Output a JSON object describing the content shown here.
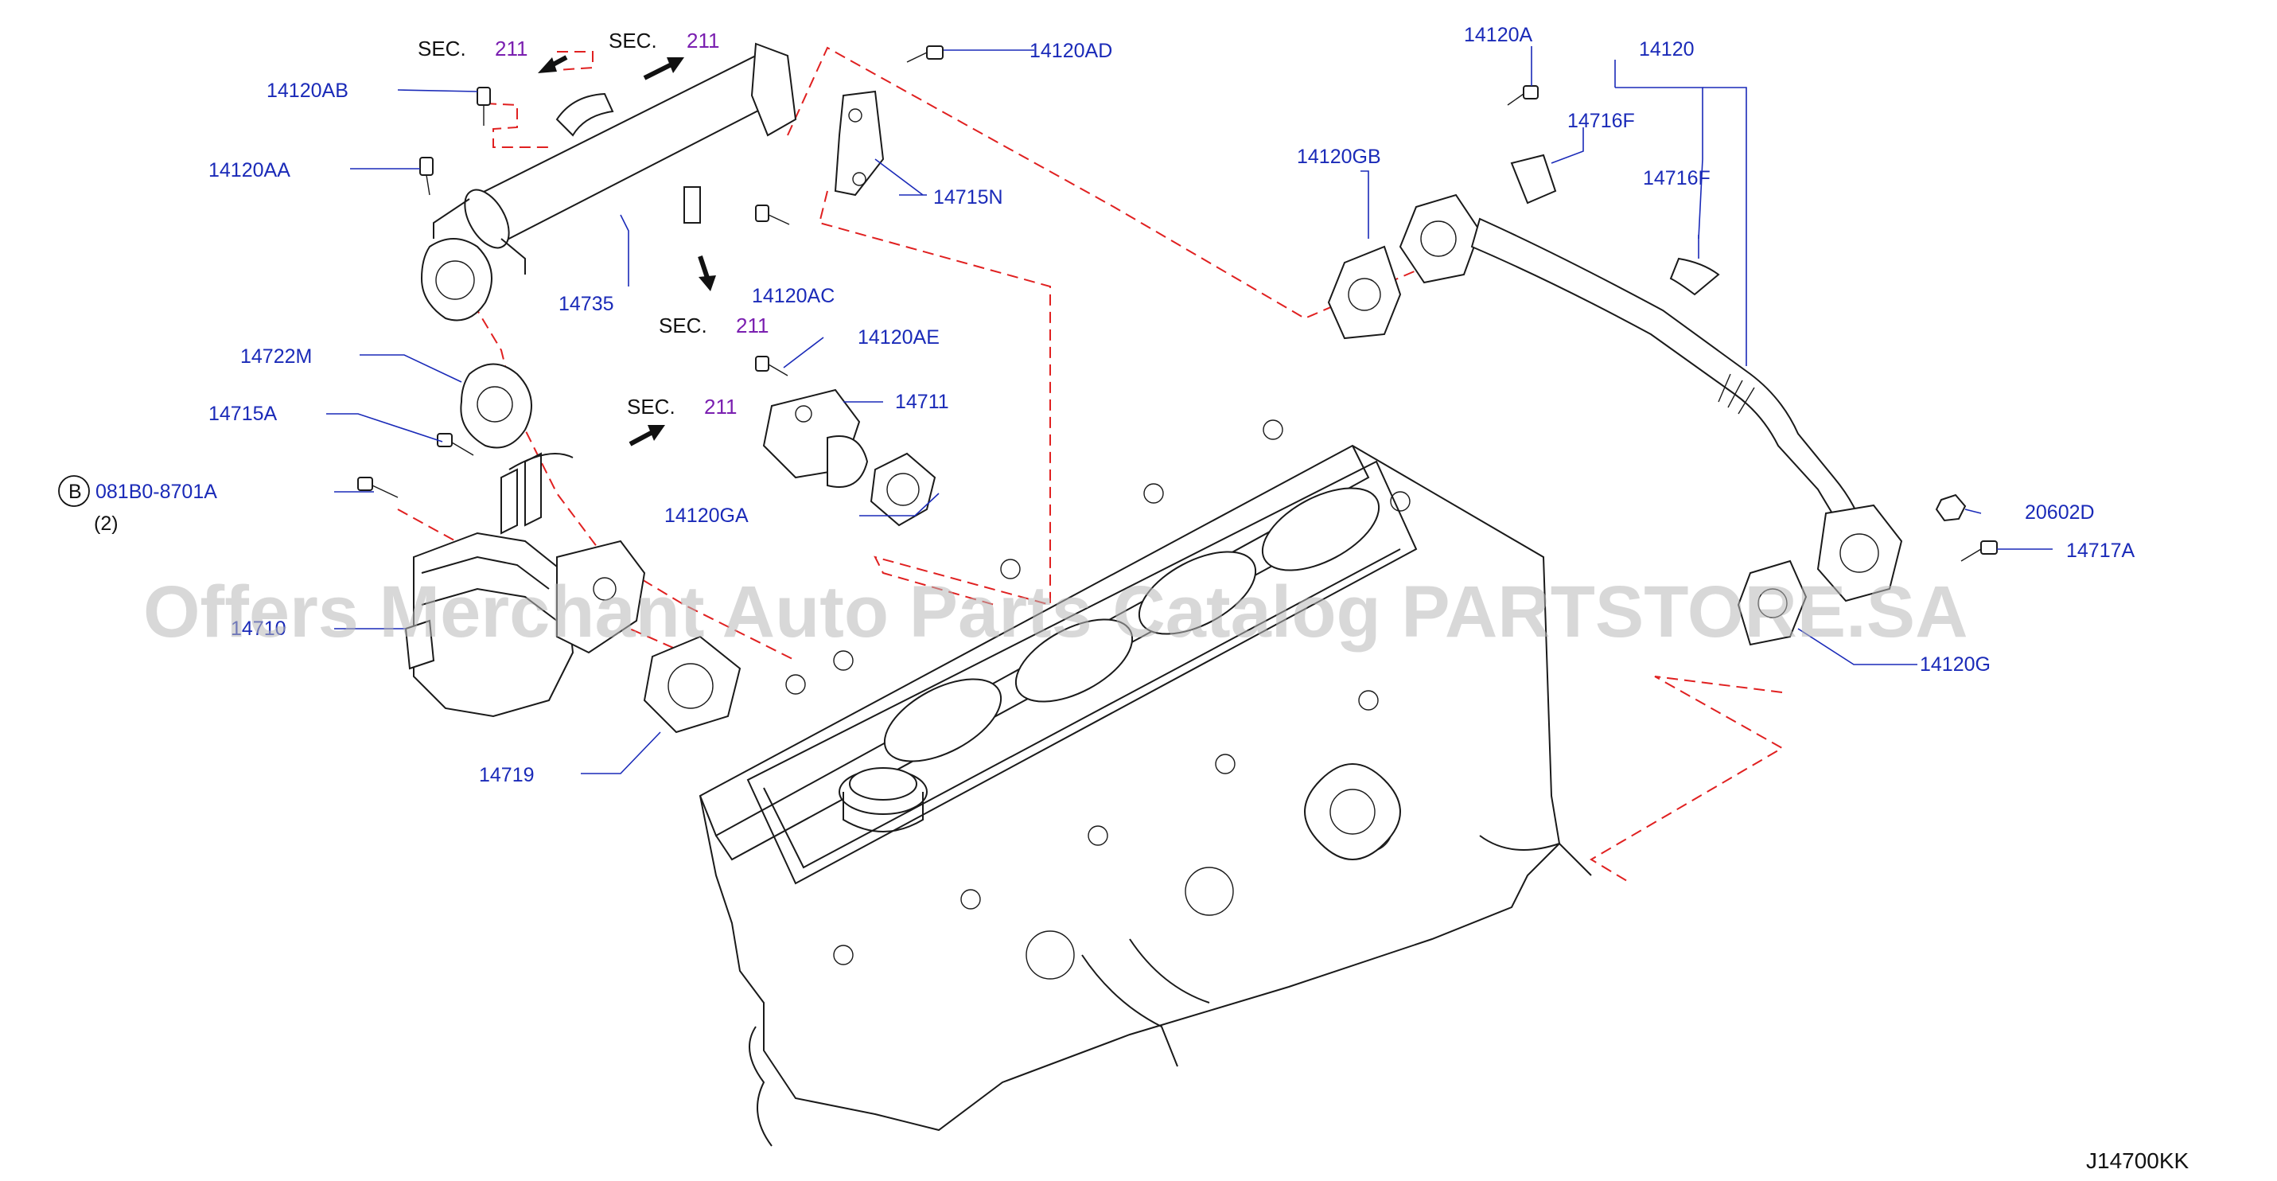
{
  "diagram": {
    "sec_prefix": "SEC.",
    "sec_number": "211",
    "part_labels": {
      "p14120AB": "14120AB",
      "p14120AA": "14120AA",
      "p14120AD": "14120AD",
      "p14120AC": "14120AC",
      "p14735": "14735",
      "p14722M": "14722M",
      "p14715A": "14715A",
      "p14715N": "14715N",
      "p081B0": "081B0-8701A",
      "qty": "(2)",
      "circleB": "B",
      "p14719": "14719",
      "p14120AE": "14120AE",
      "p14711": "14711",
      "p14120GA": "14120GA",
      "p14120A": "14120A",
      "p14120": "14120",
      "p14716F_1": "14716F",
      "p14716F_2": "14716F",
      "p14120GB": "14120GB",
      "p20602D": "20602D",
      "p14717A": "14717A",
      "p14120G": "14120G",
      "p14710": "14710"
    },
    "diagram_code": "J14700KK",
    "watermark": "Offers Merchant Auto Parts Catalog PARTSTORE.SA"
  }
}
